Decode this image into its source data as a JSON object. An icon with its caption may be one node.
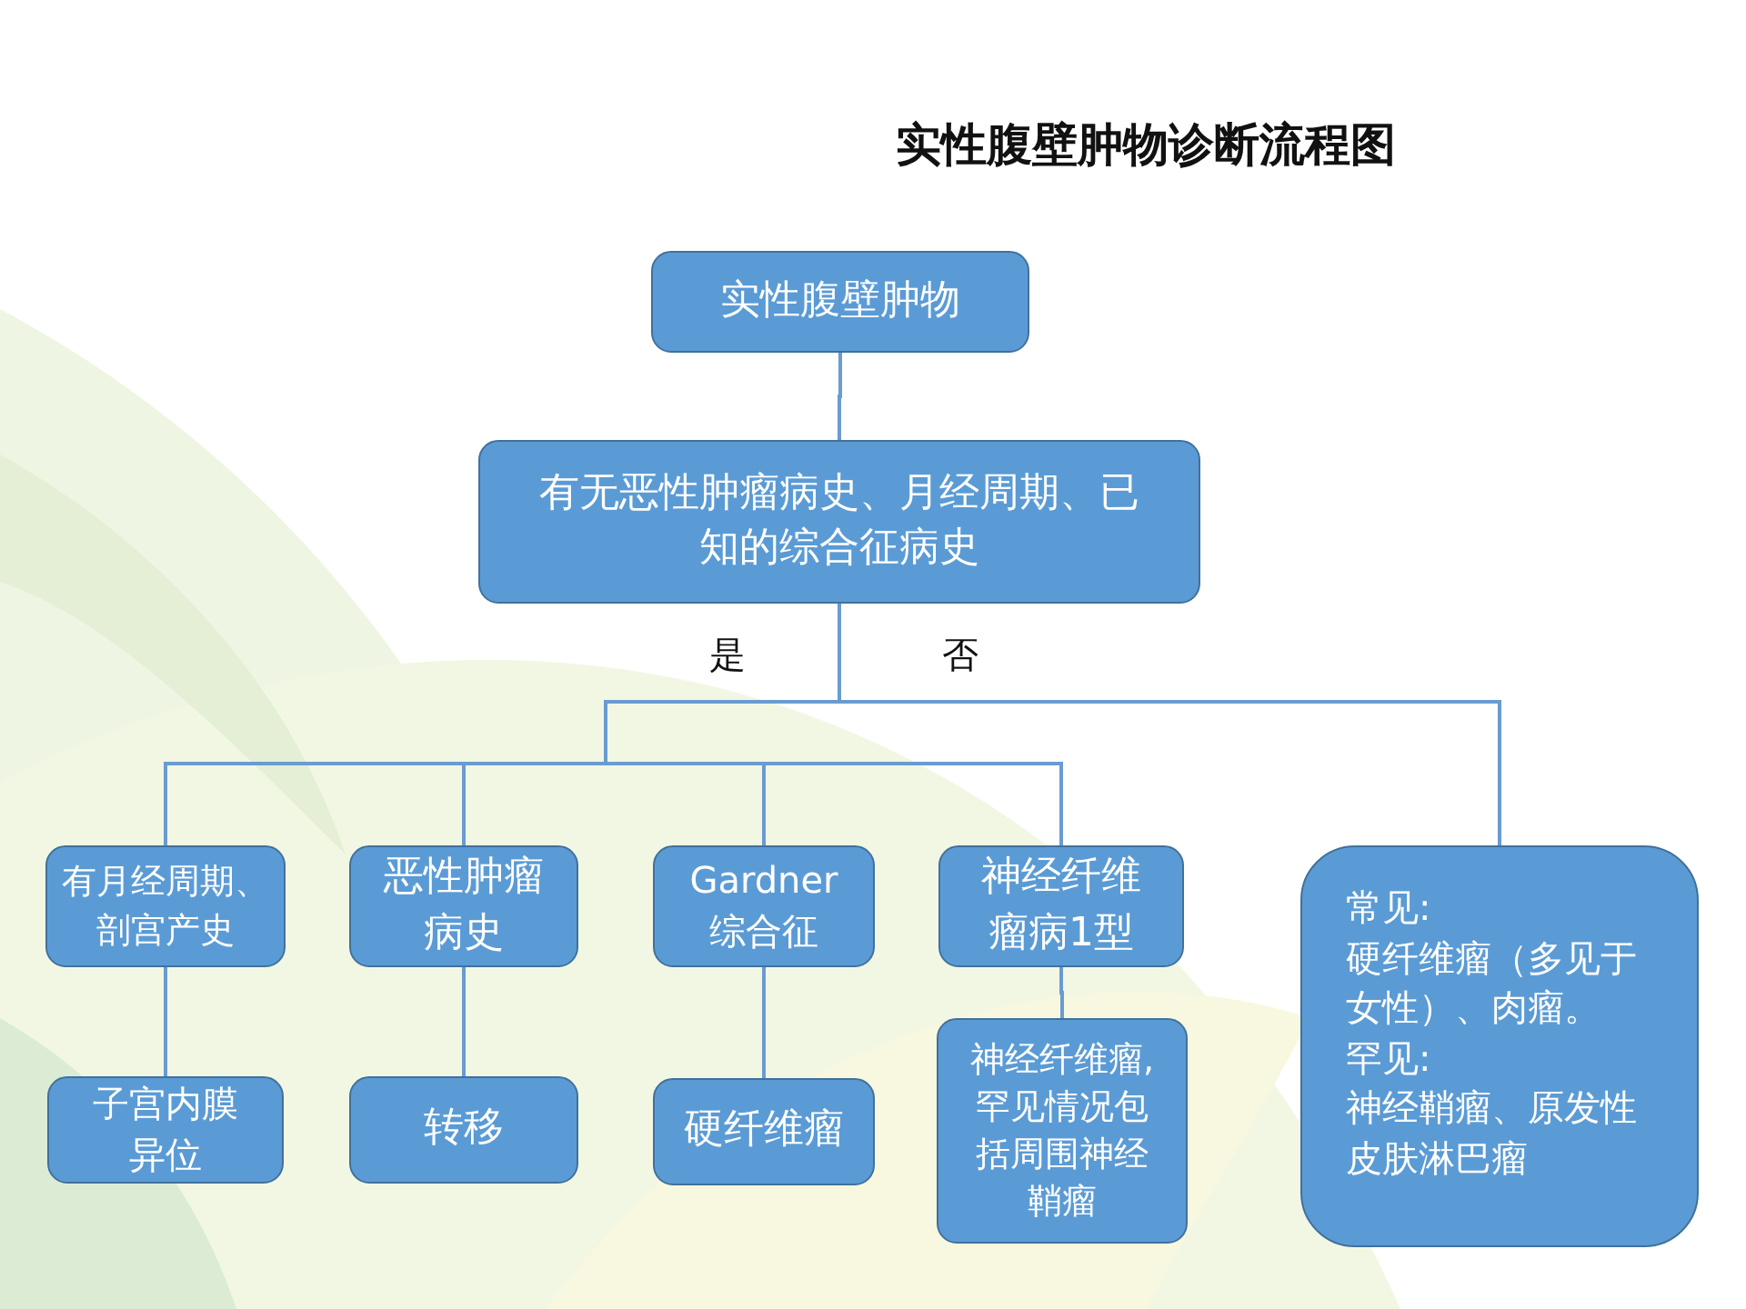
{
  "diagram": {
    "title": "实性腹壁肿物诊断流程图",
    "nodes": [
      {
        "text": [
          "实性腹壁肿物"
        ]
      },
      {
        "text": [
          "有无恶性肿瘤病史、月经周期、已知的综合征病史"
        ]
      },
      {
        "text": [
          "有月经周期、剖宫产史"
        ]
      },
      {
        "text": [
          "恶性肿瘤病史"
        ]
      },
      {
        "text": [
          "Gardner 综合征"
        ]
      },
      {
        "text": [
          "神经纤维瘤病1型"
        ]
      },
      {
        "text": [
          "常见:",
          "硬纤维瘤（多见于女性）、肉瘤。",
          "罕见:",
          "神经鞘瘤、原发性皮肤淋巴瘤"
        ]
      },
      {
        "text": [
          "子宫内膜异位"
        ]
      },
      {
        "text": [
          "转移"
        ]
      },
      {
        "text": [
          "硬纤维瘤"
        ]
      },
      {
        "text": [
          "神经纤维瘤,罕见情况包括周围神经鞘瘤"
        ]
      }
    ],
    "edges": [
      {
        "from": 0,
        "to": 1,
        "arrow": "none"
      },
      {
        "from": 1,
        "to": 2,
        "arrow": "none",
        "label": "是"
      },
      {
        "from": 1,
        "to": 3,
        "arrow": "none"
      },
      {
        "from": 1,
        "to": 4,
        "arrow": "none"
      },
      {
        "from": 1,
        "to": 5,
        "arrow": "none"
      },
      {
        "from": 1,
        "to": 6,
        "arrow": "none",
        "label": "否"
      },
      {
        "from": 2,
        "to": 7,
        "arrow": "none"
      },
      {
        "from": 3,
        "to": 8,
        "arrow": "none"
      },
      {
        "from": 4,
        "to": 9,
        "arrow": "none"
      },
      {
        "from": 5,
        "to": 10,
        "arrow": "none"
      }
    ]
  }
}
